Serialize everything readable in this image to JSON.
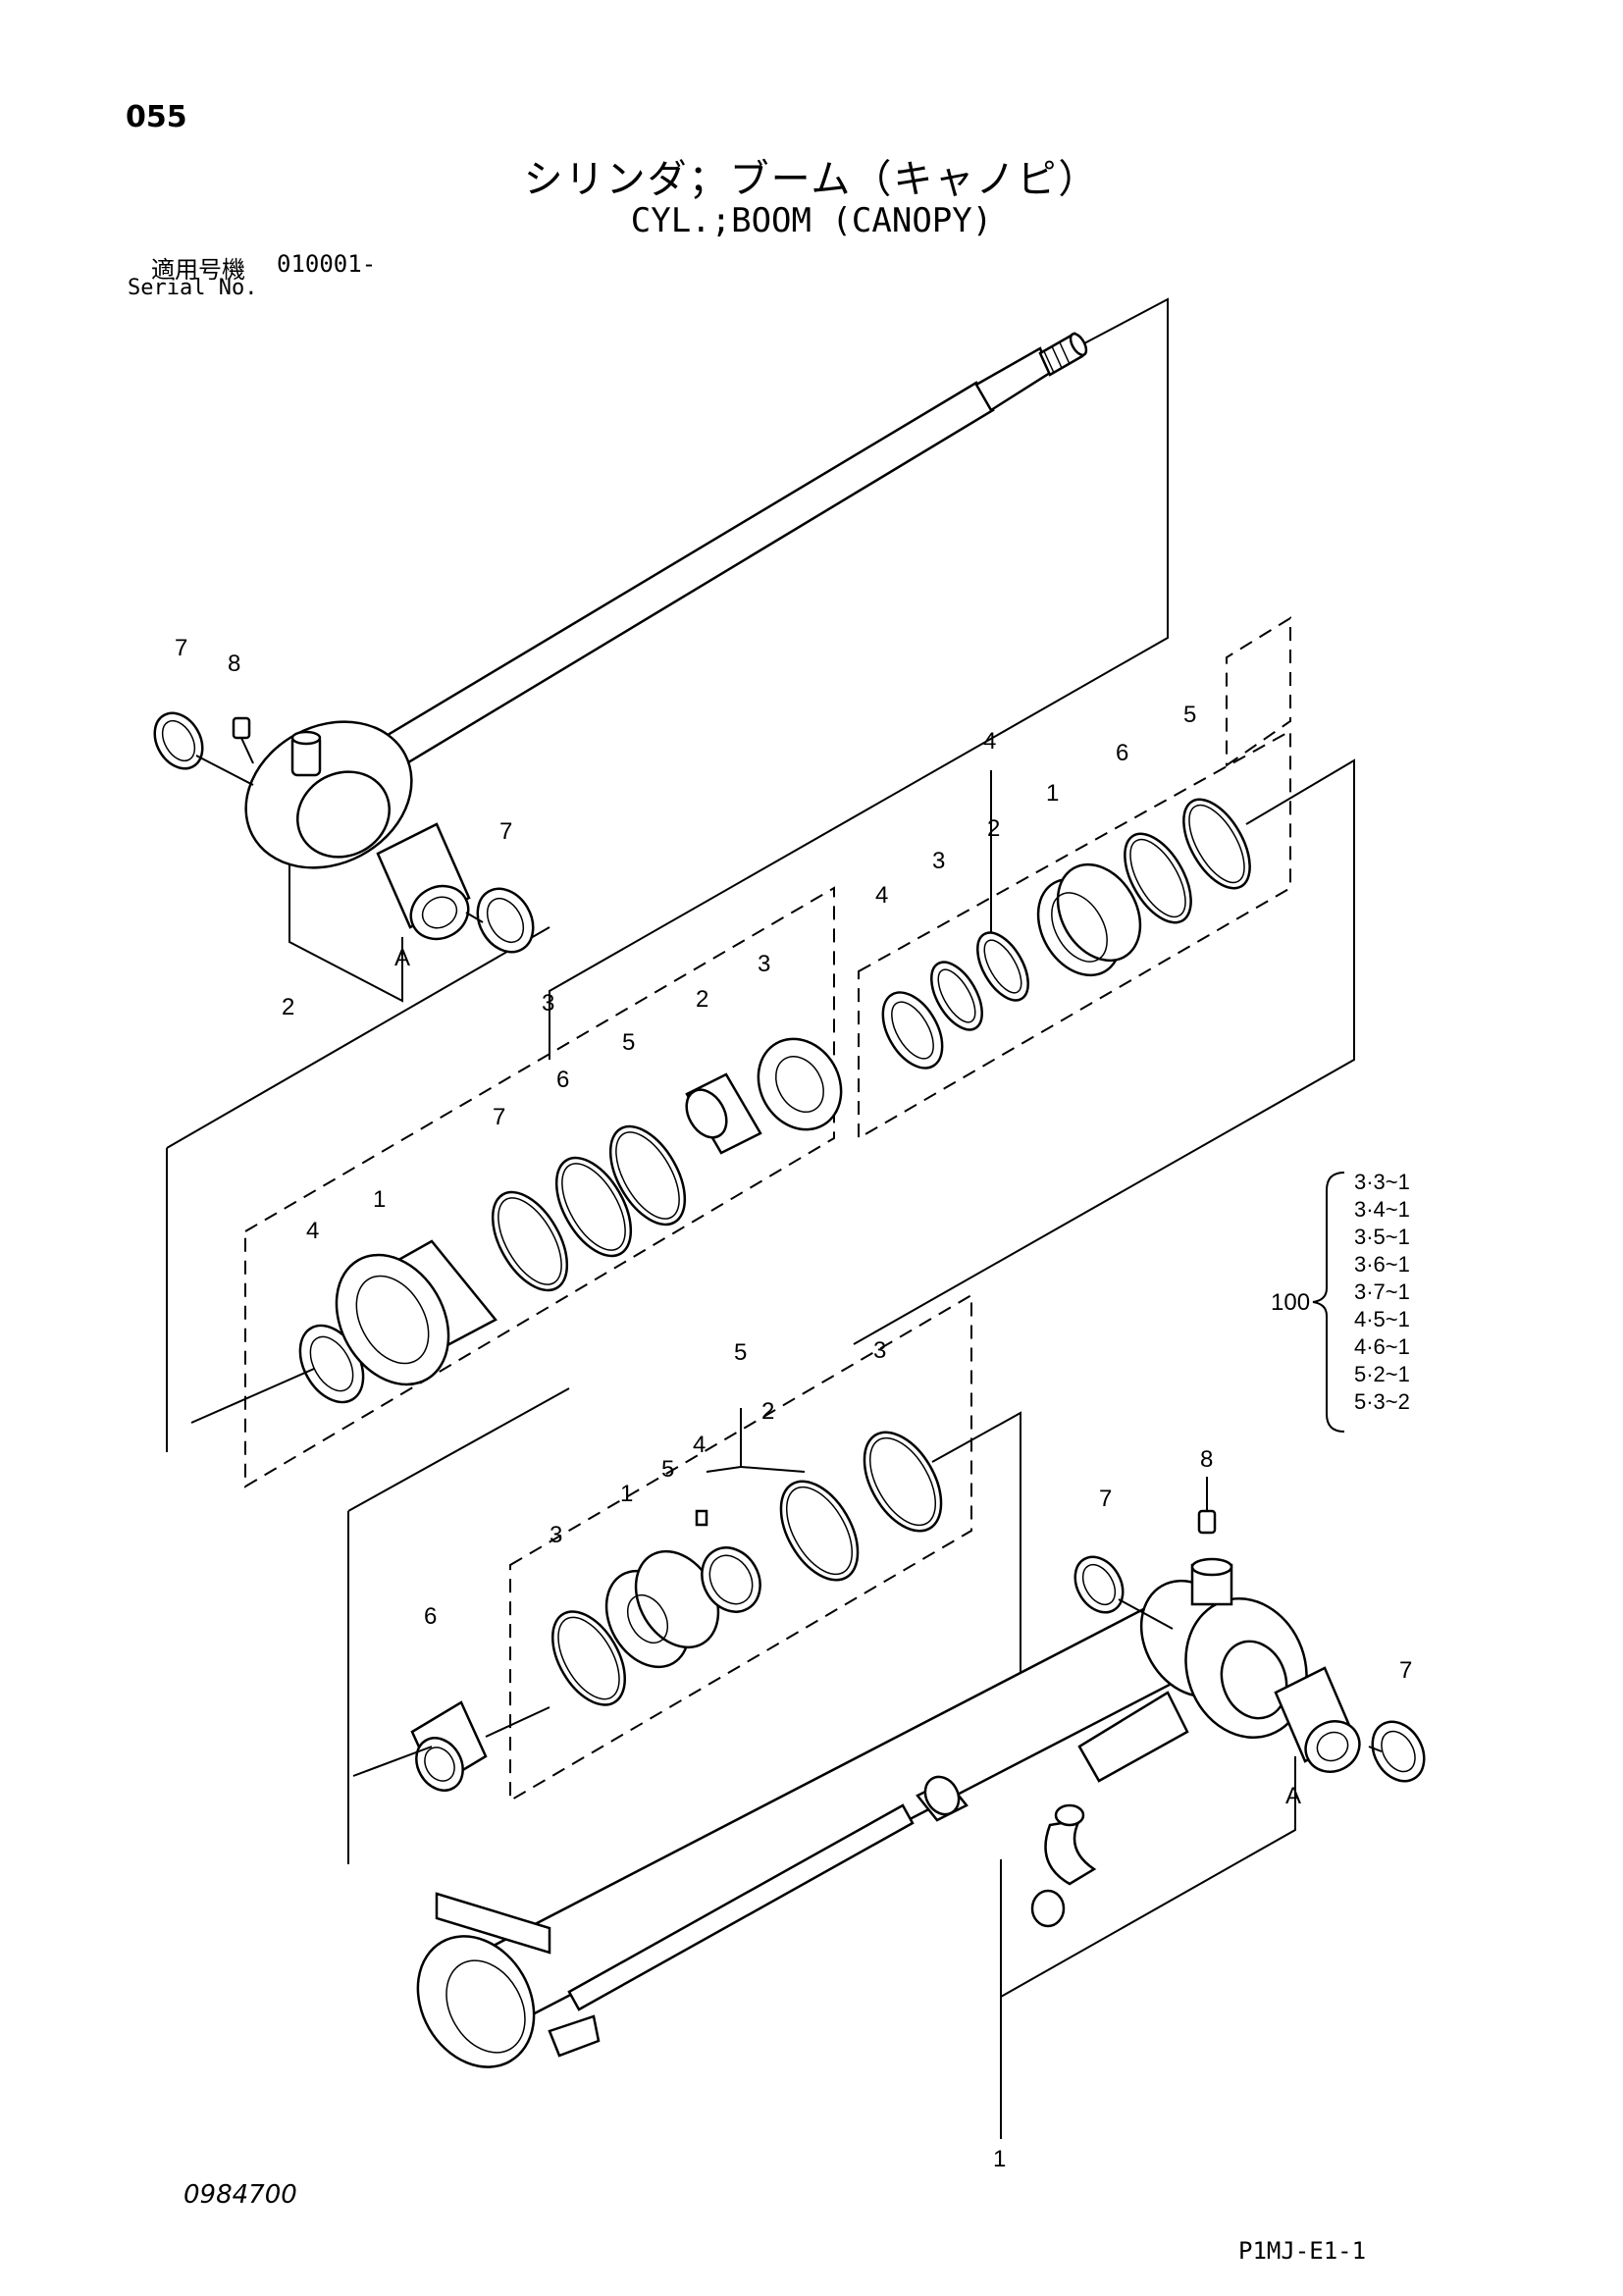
{
  "header": {
    "page_number": "055",
    "title_jp": "シリンダ；ブーム（キャノピ）",
    "title_en": "CYL.;BOOM (CANOPY)",
    "serial_label_jp": "適用号機",
    "serial_value": "010001-",
    "serial_label_en": "Serial No."
  },
  "callouts": {
    "rod": [
      "7",
      "8",
      "7",
      "2"
    ],
    "label_A": "A",
    "group_rod_seal": "3",
    "group_piston": "4",
    "group_head": "5",
    "main_assembly": "1",
    "head_items": [
      "4",
      "1",
      "7",
      "6",
      "5",
      "2",
      "3"
    ],
    "piston_items": [
      "4",
      "3",
      "2",
      "1",
      "6",
      "5"
    ],
    "valve_items": [
      "3",
      "1",
      "5",
      "4",
      "2",
      "3",
      "6"
    ],
    "tube_items": [
      "7",
      "8",
      "7",
      "1"
    ]
  },
  "seal_kit": {
    "number": "100",
    "items": [
      "3·3~1",
      "3·4~1",
      "3·5~1",
      "3·6~1",
      "3·7~1",
      "4·5~1",
      "4·6~1",
      "5·2~1",
      "5·3~2"
    ]
  },
  "footer": {
    "doc_code": "0984700",
    "figure_code": "P1MJ-E1-1"
  }
}
